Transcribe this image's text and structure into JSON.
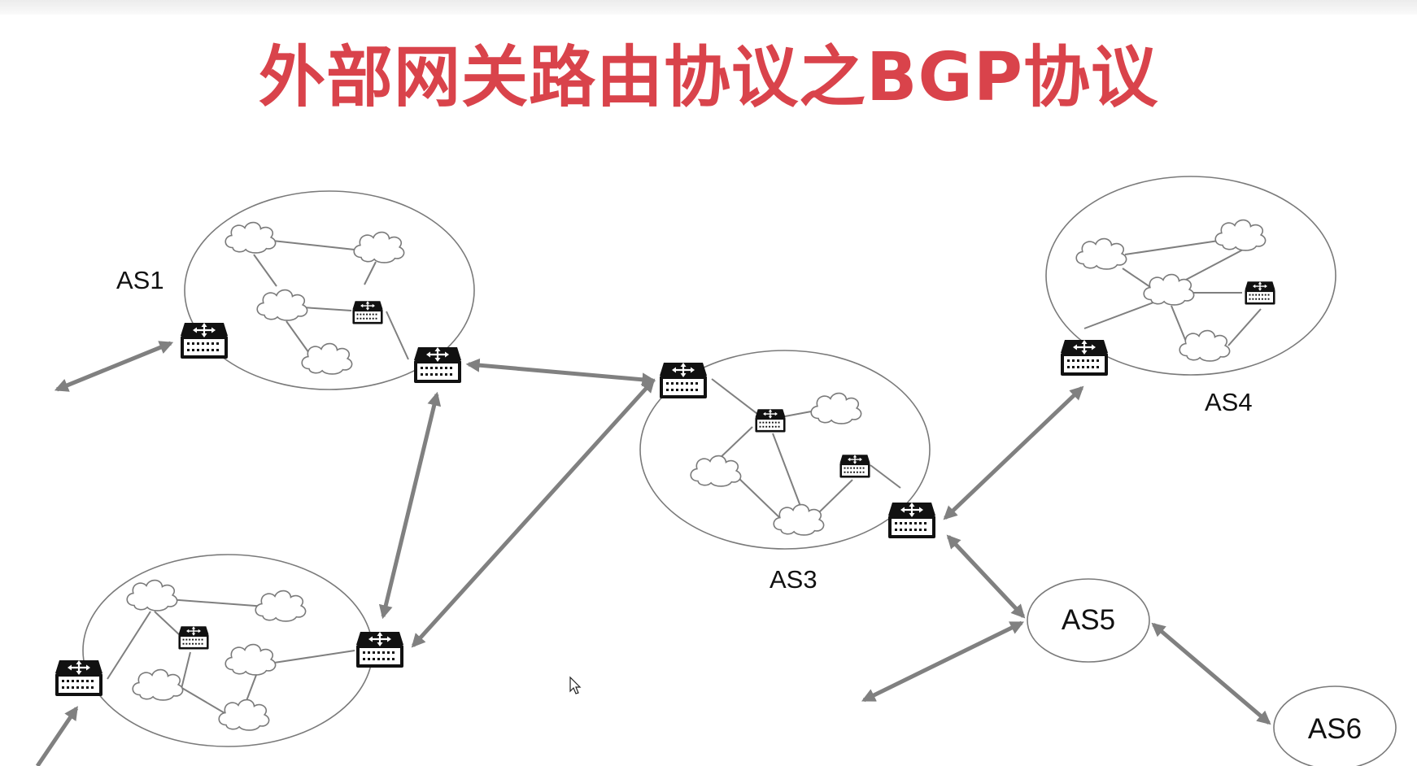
{
  "slide": {
    "title": "外部网关路由协议之BGP协议"
  },
  "diagram": {
    "autonomous_systems": [
      {
        "id": "as1",
        "label": "AS1"
      },
      {
        "id": "as2",
        "label": ""
      },
      {
        "id": "as3",
        "label": "AS3"
      },
      {
        "id": "as4",
        "label": "AS4"
      },
      {
        "id": "as5",
        "label": "AS5"
      },
      {
        "id": "as6",
        "label": "AS6"
      }
    ],
    "icons": {
      "router": "router-icon",
      "network": "cloud-icon",
      "pointer": "mouse-cursor-icon"
    },
    "colors": {
      "title": "#d9434b",
      "connection": "#808080",
      "outline": "#7a7a7a",
      "router": "#111111"
    }
  }
}
